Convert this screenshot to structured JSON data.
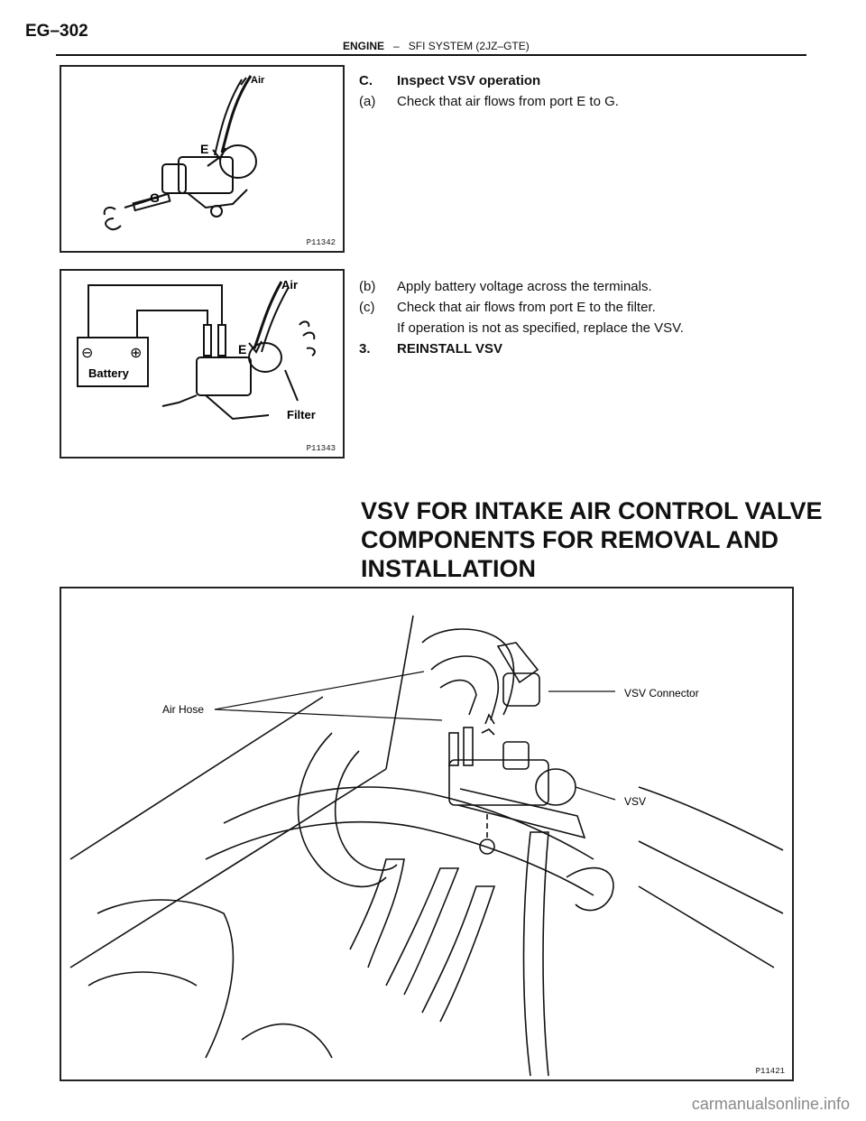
{
  "header": {
    "page_number": "EG–302",
    "section": "ENGINE",
    "separator": "–",
    "subsection": "SFI SYSTEM (2JZ–GTE)"
  },
  "figure1": {
    "code": "P11342",
    "labels": {
      "air": "Air",
      "port_e": "E",
      "port_g": "G"
    }
  },
  "step_c": {
    "marker": "C.",
    "heading": "Inspect VSV operation",
    "items": [
      {
        "marker": "(a)",
        "text": "Check that air flows from port E to G."
      }
    ]
  },
  "figure2": {
    "code": "P11343",
    "labels": {
      "air": "Air",
      "port_e": "E",
      "filter": "Filter",
      "battery": "Battery",
      "minus": "⊖",
      "plus": "⊕"
    }
  },
  "steps_bc": [
    {
      "marker": "(b)",
      "text": "Apply battery voltage across the terminals."
    },
    {
      "marker": "(c)",
      "text": "Check that air flows from port E to the filter."
    },
    {
      "marker": "",
      "text": "If operation is not as specified, replace the VSV."
    }
  ],
  "step_3": {
    "marker": "3.",
    "text": "REINSTALL VSV"
  },
  "section_title": {
    "lines": [
      "VSV FOR INTAKE AIR CONTROL VALVE",
      "COMPONENTS FOR REMOVAL AND",
      "INSTALLATION"
    ]
  },
  "figure3": {
    "code": "P11421",
    "labels": {
      "air_hose": "Air Hose",
      "vsv_connector": "VSV Connector",
      "vsv": "VSV"
    }
  },
  "watermark": "carmanualsonline.info"
}
